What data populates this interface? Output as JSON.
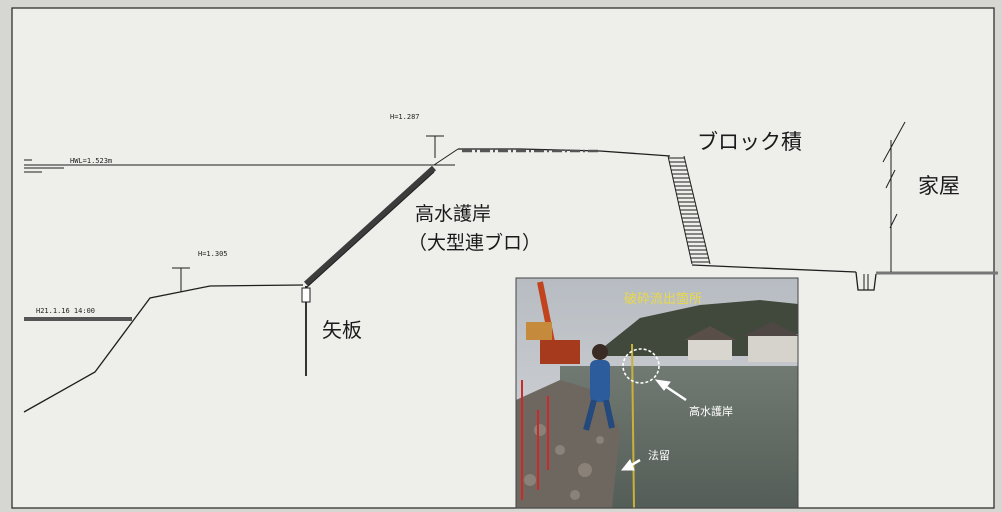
{
  "diagram": {
    "elevations": {
      "hwl": "HWL=1.523m",
      "crest": "H=1.287",
      "toe": "H=1.305",
      "left_marker": "H21.1.16 14:00"
    },
    "labels": {
      "block_wall": "ブロック積",
      "house": "家屋",
      "revetment_line1": "高水護岸",
      "revetment_line2": "（大型連ブロ）",
      "sheet_pile": "矢板"
    },
    "photo": {
      "title": "破砕流出箇所",
      "revetment_label": "高水護岸",
      "toe_label": "法留"
    },
    "colors": {
      "paper": "#eeeeeb",
      "line": "#1e1e1e",
      "photo_title": "#e8d84a"
    }
  }
}
